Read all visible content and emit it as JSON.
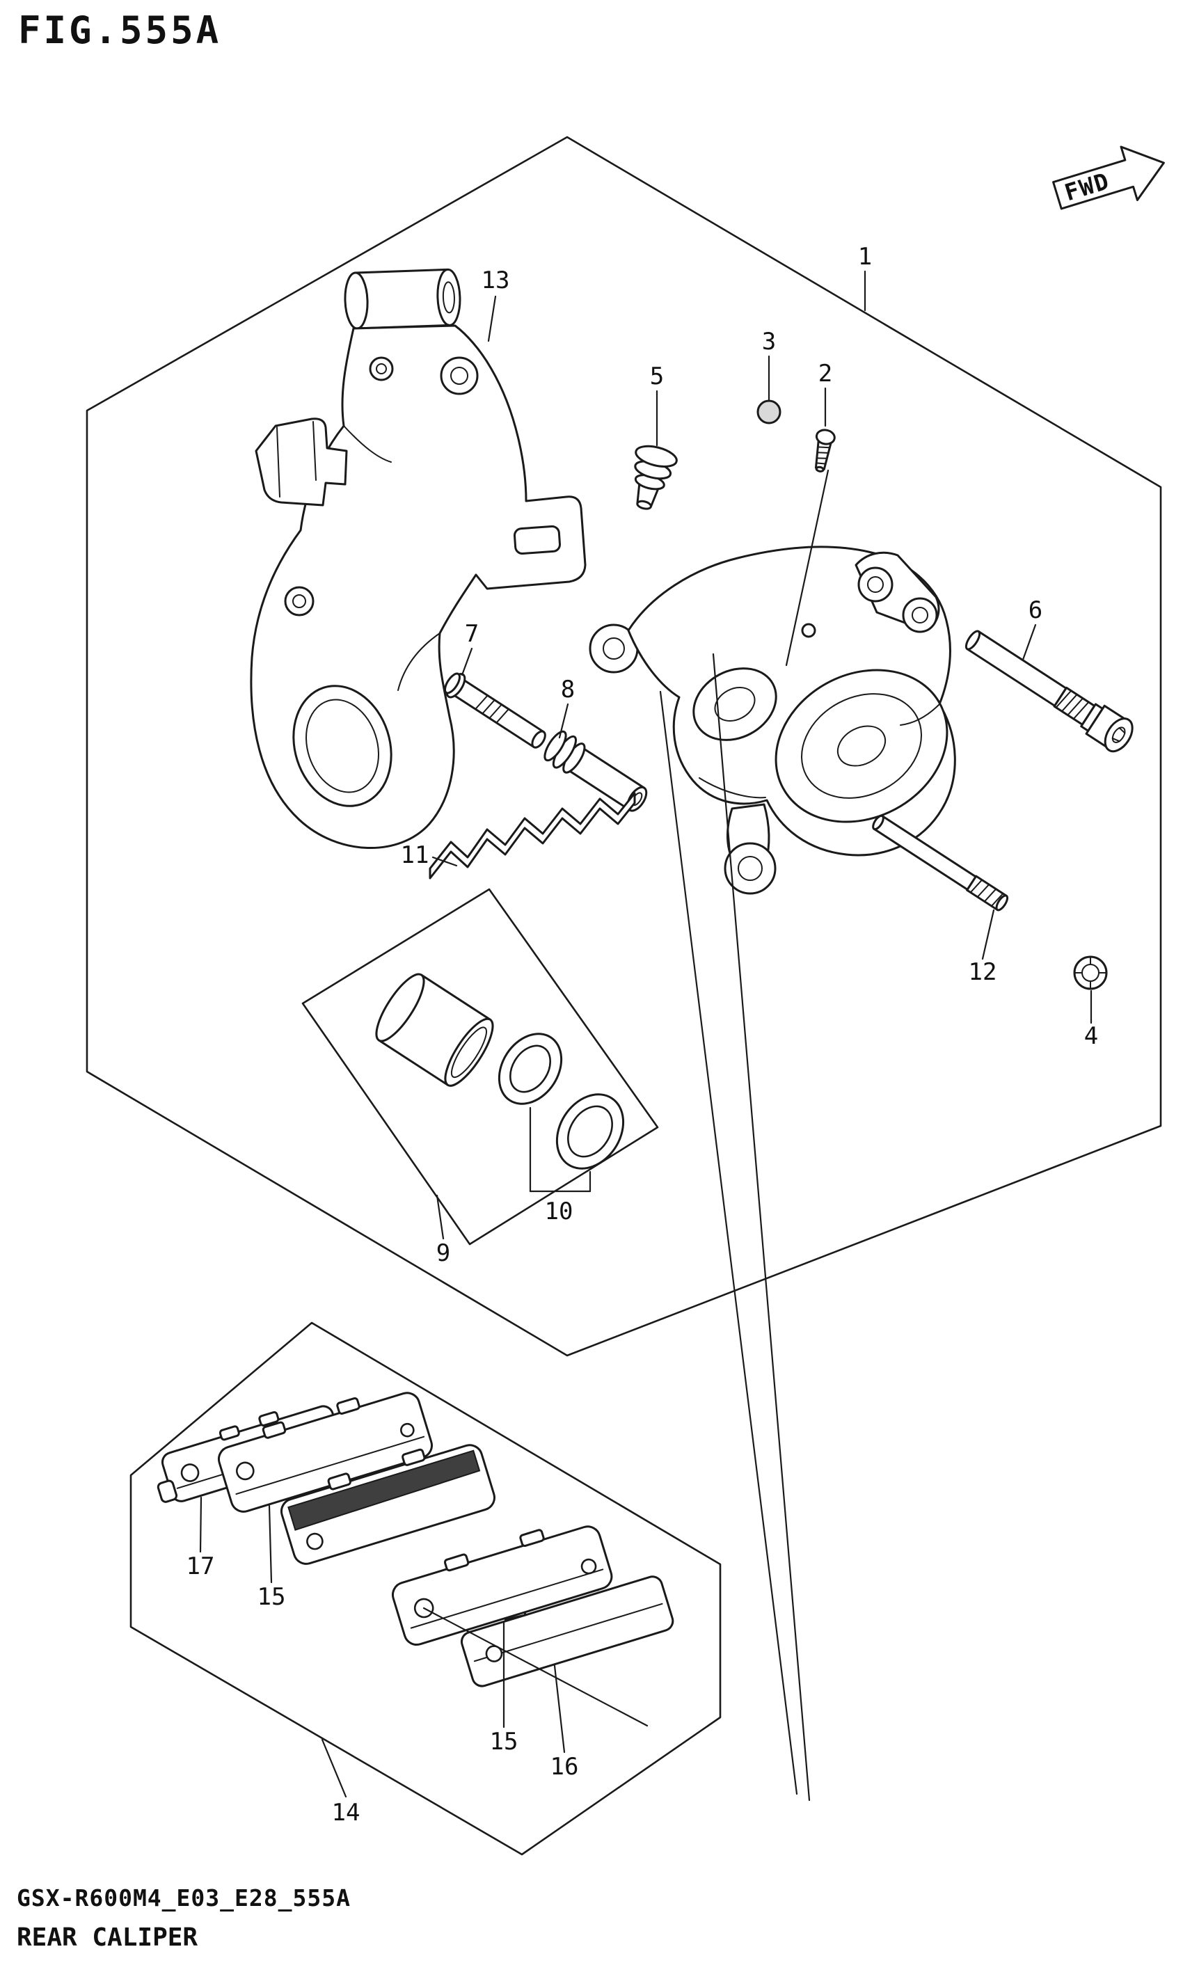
{
  "page": {
    "title": "FIG.555A",
    "fwd_label": "FWD",
    "footer_code": "GSX-R600M4_E03_E28_555A",
    "footer_caption": "REAR CALIPER"
  },
  "diagram": {
    "callouts": [
      {
        "ref": "1"
      },
      {
        "ref": "2"
      },
      {
        "ref": "3"
      },
      {
        "ref": "4"
      },
      {
        "ref": "5"
      },
      {
        "ref": "6"
      },
      {
        "ref": "7"
      },
      {
        "ref": "8"
      },
      {
        "ref": "9"
      },
      {
        "ref": "10"
      },
      {
        "ref": "11"
      },
      {
        "ref": "12"
      },
      {
        "ref": "13"
      },
      {
        "ref": "14"
      },
      {
        "ref": "15"
      },
      {
        "ref": "15"
      },
      {
        "ref": "16"
      },
      {
        "ref": "17"
      }
    ]
  },
  "colors": {
    "line": "#1a1a1a",
    "paper": "#ffffff",
    "friction_pad_dark": "#3f3f3f",
    "cap_fill": "#d9d9d9"
  }
}
